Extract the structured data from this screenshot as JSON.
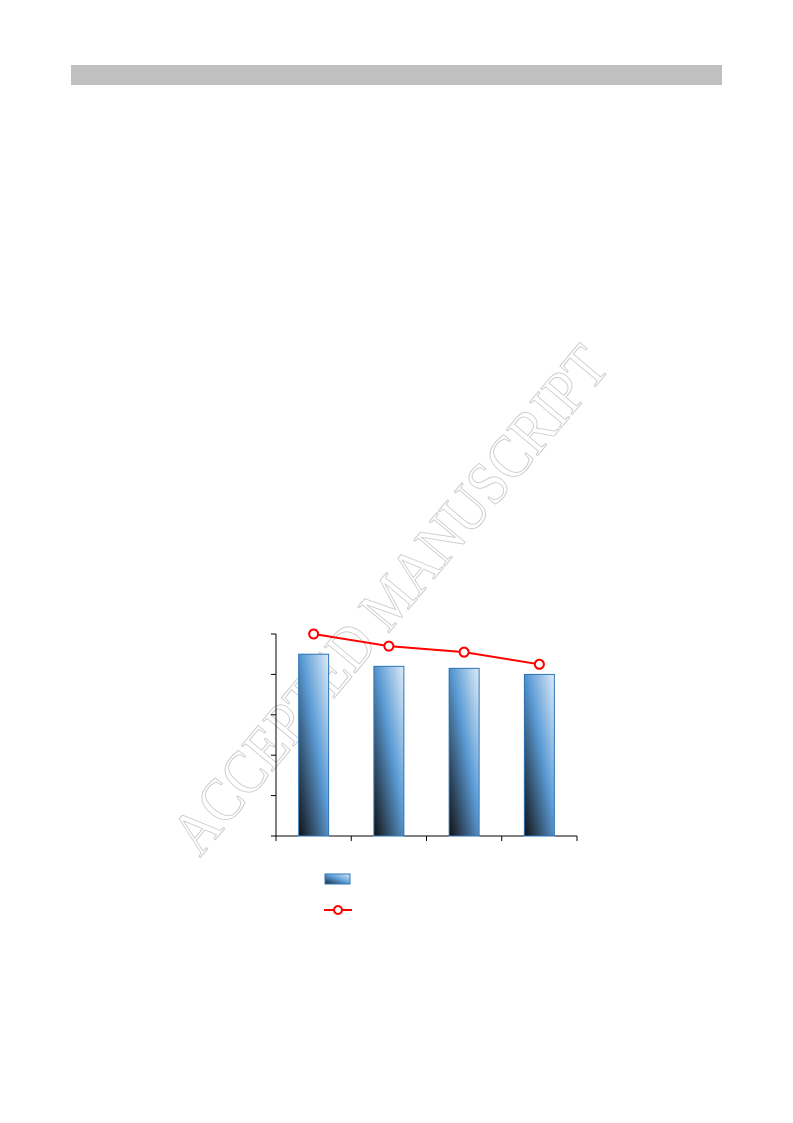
{
  "header": {
    "bar_color": "#c0c0c0"
  },
  "watermark": {
    "text": "ACCEPTED MANUSCRIPT",
    "color": "#c8c8c8"
  },
  "chart_data": {
    "type": "bar",
    "categories": [
      "",
      "",
      "",
      ""
    ],
    "ylim": [
      0,
      5
    ],
    "grid": false,
    "legend_position": "bottom",
    "series": [
      {
        "type": "bar",
        "values": [
          4.5,
          4.2,
          4.15,
          4.0
        ],
        "fill_top": "#5b9bd5",
        "fill_bottom": "#1a1a1a",
        "stroke": "#2e75b6"
      },
      {
        "type": "line",
        "values": [
          5.0,
          4.7,
          4.55,
          4.25
        ],
        "color": "#ff0000",
        "marker": "circle-open"
      }
    ]
  }
}
